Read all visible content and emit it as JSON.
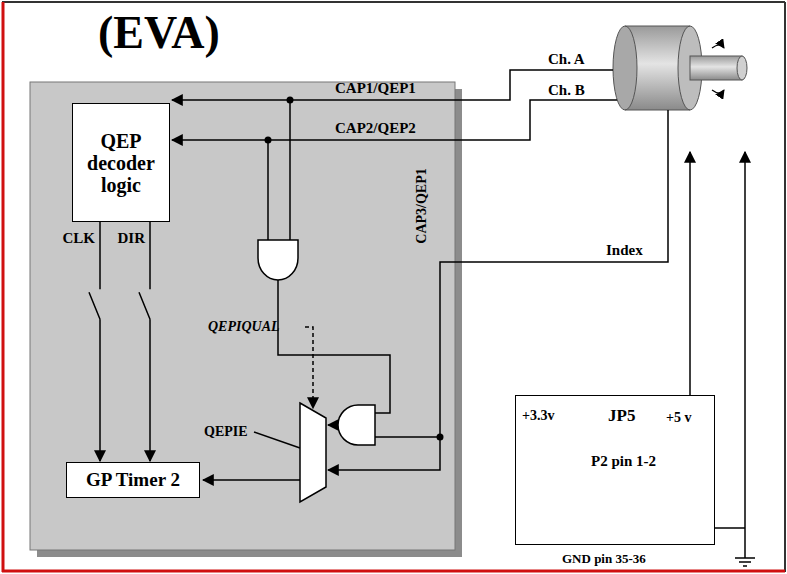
{
  "diagram": {
    "nodes": [
      {
        "text": [
          "(EVA)"
        ]
      },
      {
        "text": [
          "QEP decoder logic"
        ],
        "in": 0
      },
      {
        "text": [
          "GP Timer 2"
        ],
        "in": 0
      },
      {
        "text": [
          "+3.3v",
          "JP5",
          "+5 v",
          "P2 pin 1-2"
        ]
      }
    ],
    "edges": [
      {
        "from": 1,
        "to": 2,
        "arrow": "to",
        "label": "CLK"
      },
      {
        "from": 1,
        "to": 2,
        "arrow": "to",
        "label": "DIR"
      }
    ],
    "labels": [
      "CAP1/QEP1",
      "CAP2/QEP2",
      "CAP3/QEP1",
      "Ch. A",
      "Ch. B",
      "Index",
      "QEPIQUAL",
      "QEPIE",
      "GND pin 35-36"
    ]
  }
}
